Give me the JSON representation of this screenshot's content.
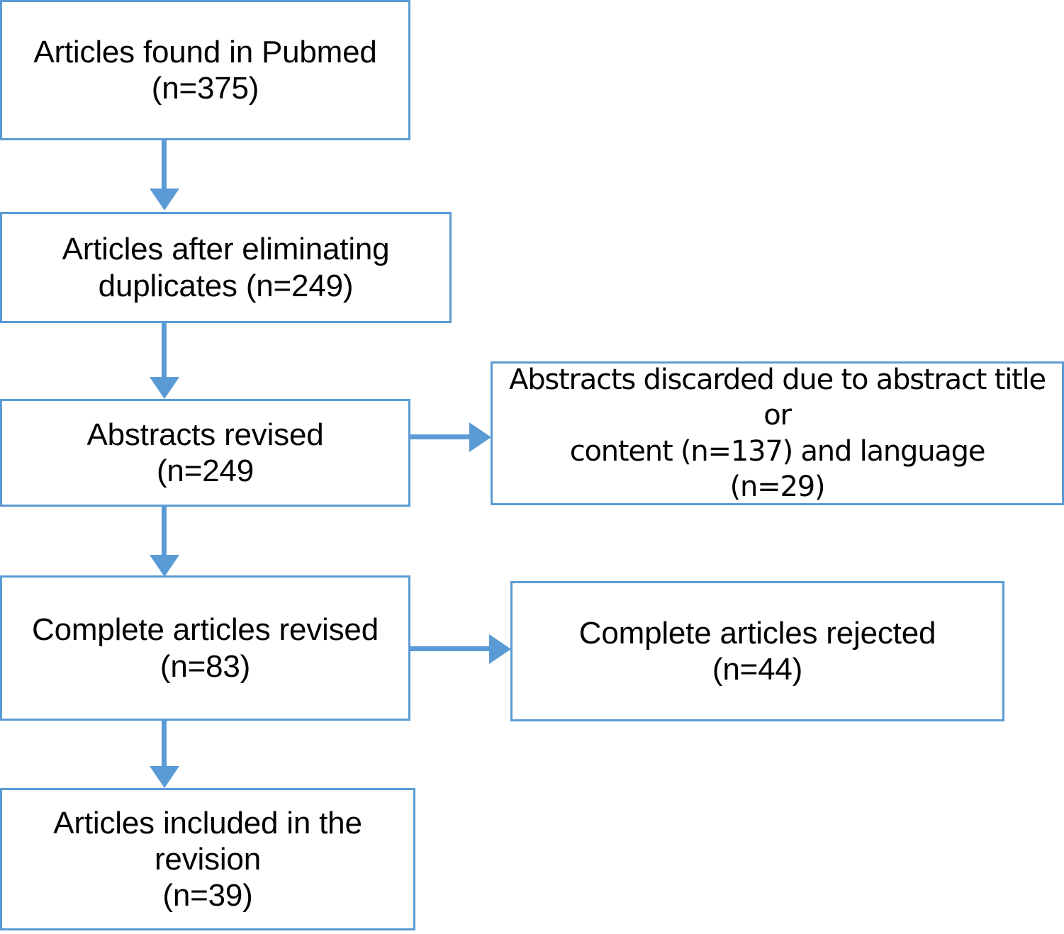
{
  "diagram": {
    "title": "PRISMA-style article selection flow chart",
    "accent_color": "#5B9BD5",
    "text_color": "#000000",
    "background_color": "#FFFFFF",
    "nodes": [
      {
        "id": "found",
        "text": "Articles found in Pubmed\n(n=375)",
        "line1": "Articles found in Pubmed",
        "line2": "(n=375)",
        "count": 375
      },
      {
        "id": "after-duplicates",
        "text": "Articles after eliminating\nduplicates (n=249)",
        "line1": "Articles after eliminating",
        "line2": "duplicates (n=249)",
        "count": 249
      },
      {
        "id": "abstracts-revised",
        "text": "Abstracts revised\n(n=249",
        "line1": "Abstracts revised",
        "line2": "(n=249",
        "count": 249
      },
      {
        "id": "abstracts-discarded",
        "text": "Abstracts discarded due to abstract title or\ncontent (n=137) and language\n(n=29)",
        "line1": "Abstracts discarded due to abstract title or",
        "line2": "content (n=137) and language",
        "line3": "(n=29)",
        "count_content": 137,
        "count_language": 29
      },
      {
        "id": "complete-revised",
        "text": "Complete articles revised\n(n=83)",
        "line1": "Complete articles revised",
        "line2": "(n=83)",
        "count": 83
      },
      {
        "id": "complete-rejected",
        "text": "Complete articles rejected\n(n=44)",
        "line1": "Complete articles rejected",
        "line2": "(n=44)",
        "count": 44
      },
      {
        "id": "included",
        "text": "Articles included in the revision\n(n=39)",
        "line1": "Articles included in the revision",
        "line2": "(n=39)",
        "count": 39
      }
    ],
    "connectors": [
      {
        "id": "found-to-after-duplicates",
        "direction": "down"
      },
      {
        "id": "after-duplicates-to-abstracts-revised",
        "direction": "down"
      },
      {
        "id": "abstracts-revised-to-discarded",
        "direction": "right"
      },
      {
        "id": "abstracts-revised-to-complete-revised",
        "direction": "down"
      },
      {
        "id": "complete-revised-to-rejected",
        "direction": "right"
      },
      {
        "id": "complete-revised-to-included",
        "direction": "down"
      }
    ]
  }
}
